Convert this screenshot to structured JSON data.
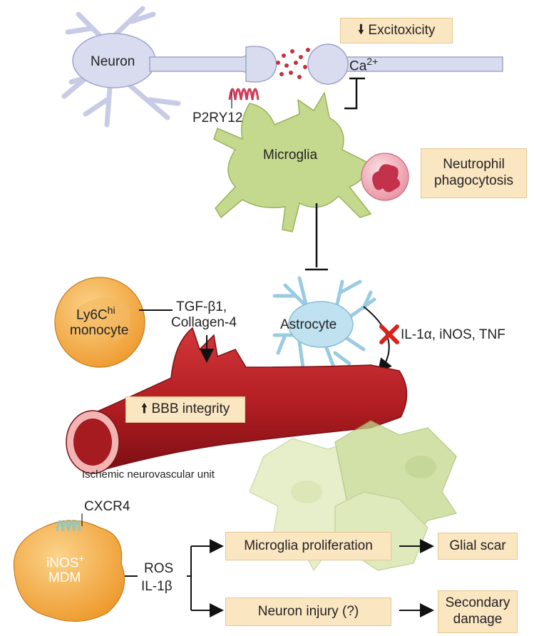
{
  "labels": {
    "neuron": "Neuron",
    "excitotoxicity": "Excitoxicity",
    "ca": "Ca",
    "ca_sup": "2+",
    "p2ry12": "P2RY12",
    "microglia": "Microglia",
    "neutrophil_1": "Neutrophil",
    "neutrophil_2": "phagocytosis",
    "ly6c": "Ly6C",
    "ly6c_sup": "hi",
    "monocyte": "monocyte",
    "tgf": "TGF-β1,",
    "collagen": "Collagen-4",
    "astrocyte": "Astrocyte",
    "cytokines": "IL-1α, iNOS, TNF",
    "bbb": "BBB integrity",
    "unit": "Ischemic neurovascular unit",
    "cxcr4": "CXCR4",
    "inos": "iNOS",
    "inos_sup": "+",
    "mdm": "MDM",
    "ros": "ROS",
    "il1b": "IL-1β",
    "mg_prolif": "Microglia proliferation",
    "glial_scar": "Glial scar",
    "neuron_injury": "Neuron injury (?)",
    "secondary_1": "Secondary",
    "secondary_2": "damage"
  },
  "icons": {
    "down_arrow": "down-arrow",
    "up_arrow": "up-arrow",
    "inhibit": "red-x"
  },
  "colors": {
    "box_fill": "#fbe6c2",
    "neuron": "#d9dcef",
    "microglia": "#c5d98e",
    "astrocyte": "#bfe1f0",
    "vessel": "#b51f24",
    "monocyte": "#f1a338",
    "inhibit_x": "#d7241c"
  }
}
